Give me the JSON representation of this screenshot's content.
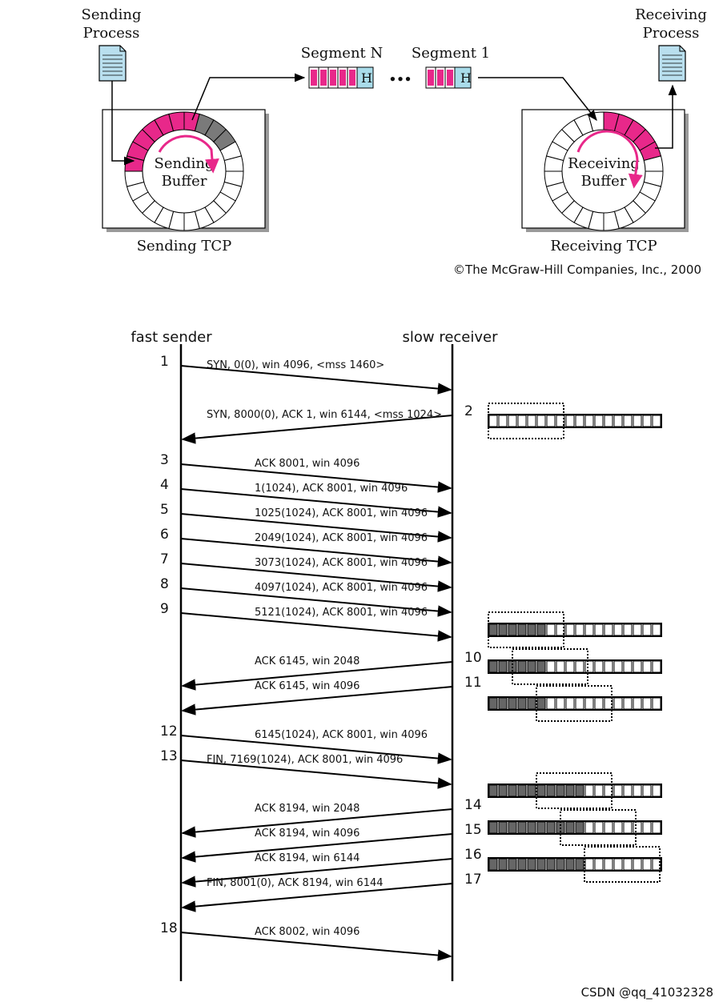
{
  "top": {
    "sending_process": [
      "Sending",
      "Process"
    ],
    "receiving_process": [
      "Receiving",
      "Process"
    ],
    "segment_n": "Segment N",
    "segment_1": "Segment 1",
    "header_letter": "H",
    "ellipsis": "•••",
    "sending_buffer": [
      "Sending",
      "Buffer"
    ],
    "receiving_buffer": [
      "Receiving",
      "Buffer"
    ],
    "sending_tcp": "Sending TCP",
    "receiving_tcp": "Receiving TCP",
    "copyright": "©The McGraw-Hill Companies, Inc., 2000",
    "colors": {
      "pink": "#e8288a",
      "gray": "#7a7a7a",
      "doc": "#b9dfee",
      "header": "#a9dcea"
    }
  },
  "timeline": {
    "sender_label": "fast sender",
    "receiver_label": "slow receiver",
    "messages": [
      {
        "num": "1",
        "dir": "right",
        "label": "SYN, 0(0), win 4096, <mss 1460>"
      },
      {
        "num": "2",
        "dir": "left",
        "label": "SYN, 8000(0), ACK 1, win 6144, <mss 1024>"
      },
      {
        "num": "3",
        "dir": "right",
        "label": "ACK 8001, win 4096"
      },
      {
        "num": "4",
        "dir": "right",
        "label": "1(1024), ACK 8001, win 4096"
      },
      {
        "num": "5",
        "dir": "right",
        "label": "1025(1024), ACK 8001, win 4096"
      },
      {
        "num": "6",
        "dir": "right",
        "label": "2049(1024), ACK 8001, win 4096"
      },
      {
        "num": "7",
        "dir": "right",
        "label": "3073(1024), ACK 8001, win 4096"
      },
      {
        "num": "8",
        "dir": "right",
        "label": "4097(1024), ACK 8001, win 4096"
      },
      {
        "num": "9",
        "dir": "right",
        "label": "5121(1024), ACK 8001, win 4096"
      },
      {
        "num": "10",
        "dir": "left",
        "label": "ACK 6145, win 2048"
      },
      {
        "num": "11",
        "dir": "left",
        "label": "ACK 6145, win 4096"
      },
      {
        "num": "12",
        "dir": "right",
        "label": "6145(1024), ACK 8001, win 4096"
      },
      {
        "num": "13",
        "dir": "right",
        "label": "FIN, 7169(1024), ACK 8001, win 4096"
      },
      {
        "num": "14",
        "dir": "left",
        "label": "ACK 8194, win 2048"
      },
      {
        "num": "15",
        "dir": "left",
        "label": "ACK 8194, win 4096"
      },
      {
        "num": "16",
        "dir": "left",
        "label": "ACK 8194, win 6144"
      },
      {
        "num": "17",
        "dir": "left",
        "label": "FIN, 8001(0), ACK 8194, win 6144"
      },
      {
        "num": "18",
        "dir": "right",
        "label": "ACK 8002, win 4096"
      }
    ],
    "buffers": [
      {
        "after": "2",
        "filled": 0,
        "window_start": 0,
        "window_size": 3
      },
      {
        "after": "9",
        "filled": 3,
        "window_start": 0,
        "window_size": 3
      },
      {
        "after": "10",
        "filled": 3,
        "window_start": 1,
        "window_size": 3
      },
      {
        "after": "11",
        "filled": 3,
        "window_start": 2,
        "window_size": 3
      },
      {
        "after": "13",
        "filled": 4,
        "window_start": 2,
        "window_size": 3
      },
      {
        "after": "15",
        "filled": 4,
        "window_start": 3,
        "window_size": 3
      },
      {
        "after": "16",
        "filled": 4,
        "window_start": 4,
        "window_size": 3
      }
    ],
    "buffer_segments": 7
  },
  "watermark": "CSDN @qq_41032328"
}
